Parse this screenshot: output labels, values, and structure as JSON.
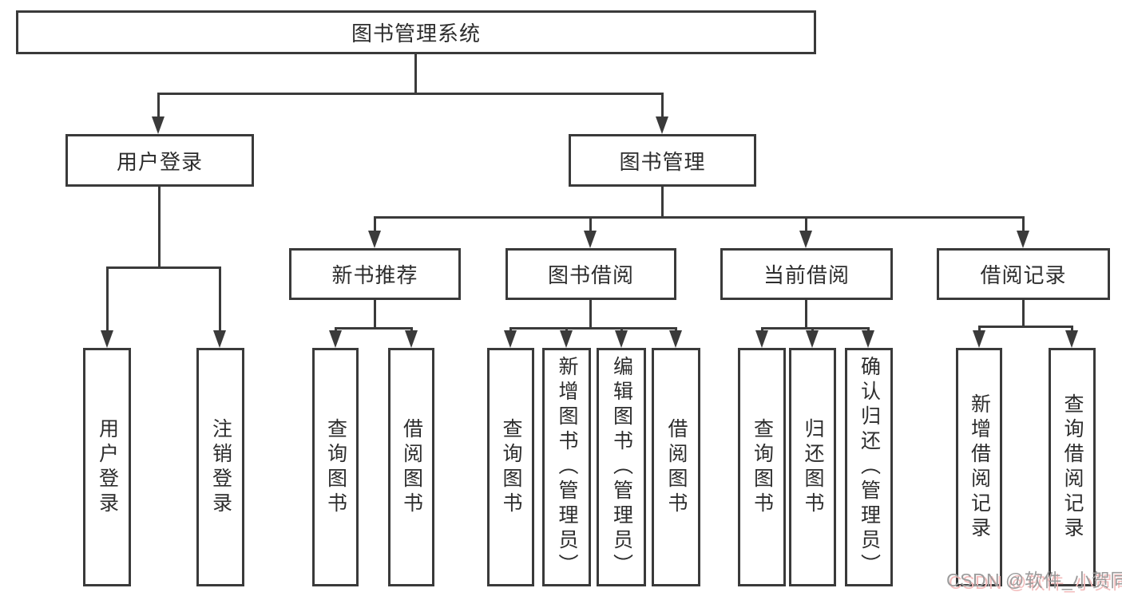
{
  "tree": {
    "root": {
      "label": "图书管理系统"
    },
    "level2": [
      "用户登录",
      "图书管理"
    ],
    "level3": [
      "新书推荐",
      "图书借阅",
      "当前借阅",
      "借阅记录"
    ],
    "leaves": {
      "user_login": [
        "用户登录",
        "注销登录"
      ],
      "new_books": [
        "查询图书",
        "借阅图书"
      ],
      "book_borrow": [
        "查询图书",
        "新增图书（管理员）",
        "编辑图书（管理员）",
        "借阅图书"
      ],
      "current_borrow": [
        "查询图书",
        "归还图书",
        "确认归还（管理员）"
      ],
      "borrow_records": [
        "新增借阅记录",
        "查询借阅记录"
      ]
    }
  },
  "colors": {
    "line": "#3a3a3a",
    "text": "#2d2d2d",
    "background": "#ffffff",
    "watermark_text": "#9c9c9c",
    "watermark_shadow": "#f3bcbc"
  },
  "watermark": {
    "text": "CSDN @软件_小贺同学"
  }
}
